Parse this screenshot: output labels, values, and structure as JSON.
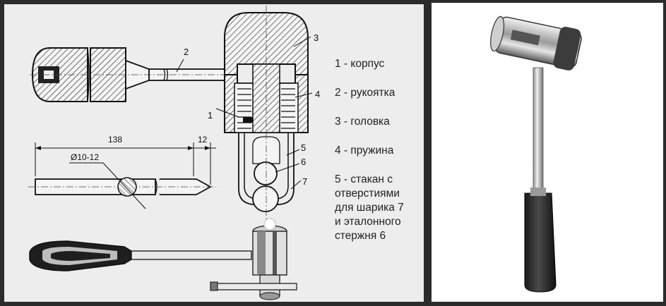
{
  "legend": {
    "items": [
      "1 - корпус",
      "2 - рукоятка",
      "3 - головка",
      "4 - пружина"
    ],
    "item5": [
      "5 - стакан с",
      "отверстиями",
      "для шарика 7",
      "и эталонного",
      "стержня 6"
    ]
  },
  "dimensions": {
    "length": "138",
    "tip": "12",
    "diameter": "Ø10-12"
  },
  "callouts": [
    "1",
    "2",
    "3",
    "4",
    "5",
    "6",
    "7"
  ]
}
